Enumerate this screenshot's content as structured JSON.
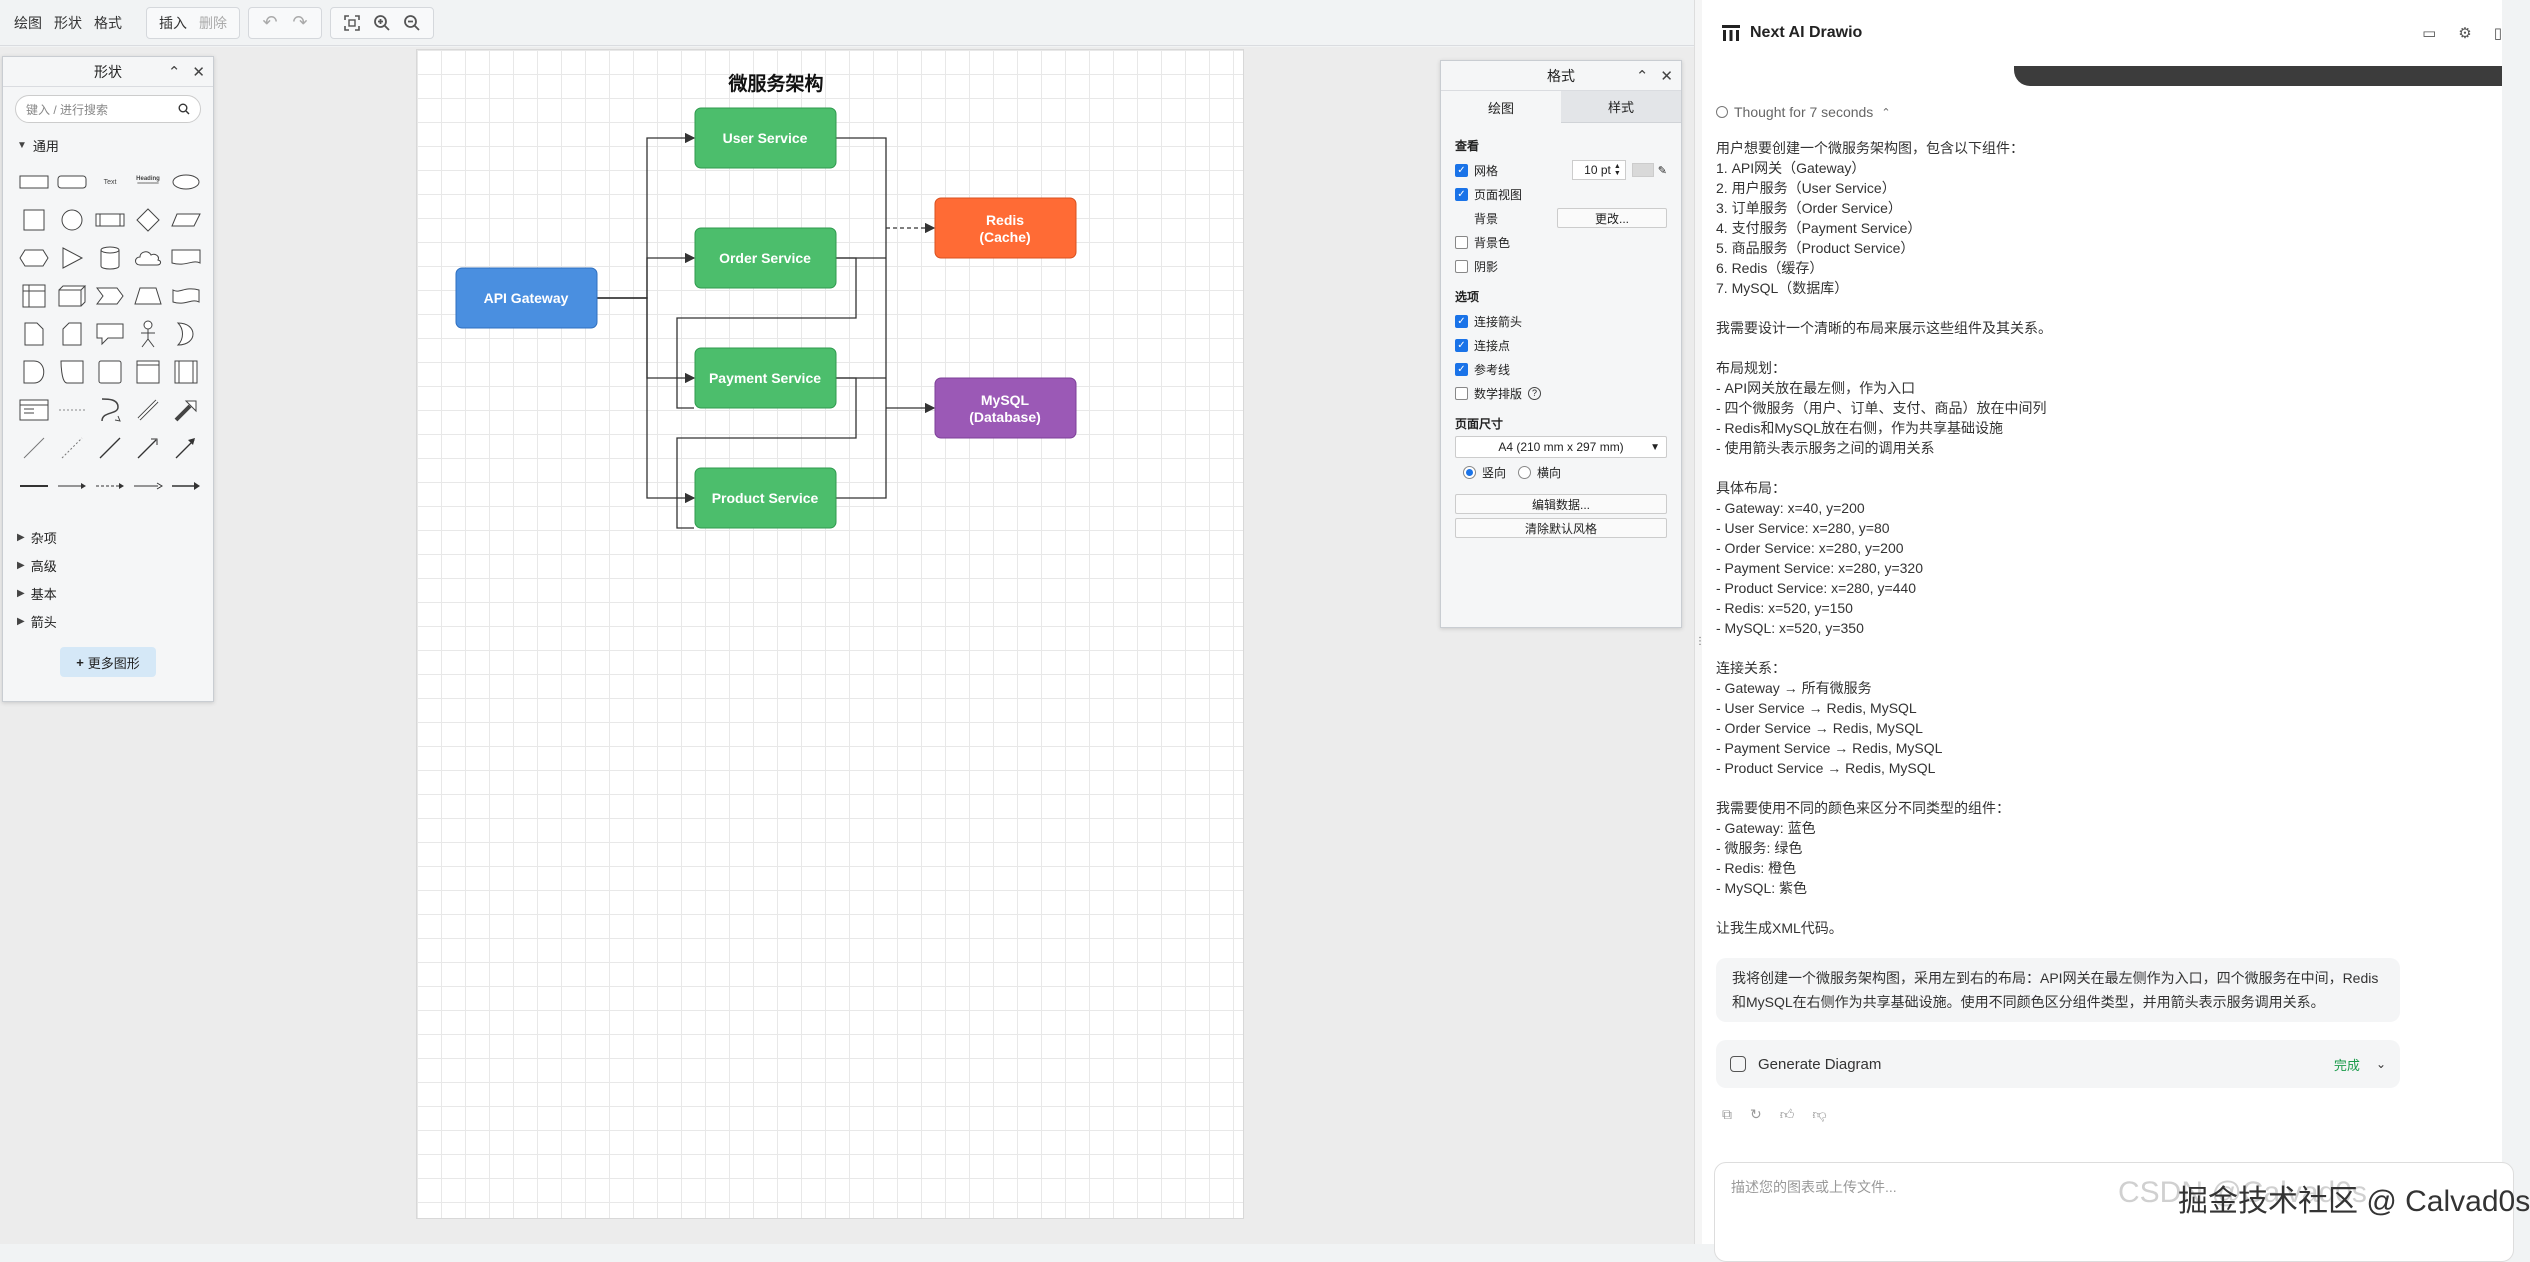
{
  "toolbar": {
    "menu": [
      "绘图",
      "形状",
      "格式"
    ],
    "insert": "插入",
    "delete": "删除"
  },
  "shapes_panel": {
    "title": "形状",
    "search_placeholder": "键入 / 进行搜索",
    "general": "通用",
    "sections": [
      "杂项",
      "高级",
      "基本",
      "箭头"
    ],
    "more_shapes": "更多图形",
    "text_sample": "Text",
    "heading_sample": "Heading"
  },
  "format_panel": {
    "title": "格式",
    "tabs": [
      "绘图",
      "样式"
    ],
    "view_label": "查看",
    "grid": "网格",
    "grid_size": "10 pt",
    "page_view": "页面视图",
    "background": "背景",
    "change": "更改...",
    "background_color": "背景色",
    "shadow": "阴影",
    "options_label": "选项",
    "connection_arrows": "连接箭头",
    "connection_points": "连接点",
    "guides": "参考线",
    "math": "数学排版",
    "page_size_label": "页面尺寸",
    "page_size": "A4 (210 mm x 297 mm)",
    "portrait": "竖向",
    "landscape": "横向",
    "edit_data": "编辑数据...",
    "clear_style": "清除默认风格"
  },
  "diagram": {
    "title": "微服务架构",
    "gateway": "API Gateway",
    "user_service": "User Service",
    "order_service": "Order Service",
    "payment_service": "Payment Service",
    "product_service": "Product Service",
    "redis_l1": "Redis",
    "redis_l2": "(Cache)",
    "mysql_l1": "MySQL",
    "mysql_l2": "(Database)",
    "colors": {
      "gateway": "#4a8fe0",
      "service": "#4cbe6c",
      "redis": "#ff6b35",
      "mysql": "#9b59b6"
    }
  },
  "chat": {
    "app_name": "Next AI Drawio",
    "thought": "Thought for 7 seconds",
    "reasoning": "用户想要创建一个微服务架构图，包含以下组件：\n1. API网关（Gateway）\n2. 用户服务（User Service）\n3. 订单服务（Order Service）\n4. 支付服务（Payment Service）\n5. 商品服务（Product Service）\n6. Redis（缓存）\n7. MySQL（数据库）\n\n我需要设计一个清晰的布局来展示这些组件及其关系。\n\n布局规划：\n- API网关放在最左侧，作为入口\n- 四个微服务（用户、订单、支付、商品）放在中间列\n- Redis和MySQL放在右侧，作为共享基础设施\n- 使用箭头表示服务之间的调用关系\n\n具体布局：\n- Gateway: x=40, y=200\n- User Service: x=280, y=80\n- Order Service: x=280, y=200\n- Payment Service: x=280, y=320\n- Product Service: x=280, y=440\n- Redis: x=520, y=150\n- MySQL: x=520, y=350\n\n连接关系：\n- Gateway → 所有微服务\n- User Service → Redis, MySQL\n- Order Service → Redis, MySQL\n- Payment Service → Redis, MySQL\n- Product Service → Redis, MySQL\n\n我需要使用不同的颜色来区分不同类型的组件：\n- Gateway: 蓝色\n- 微服务: 绿色\n- Redis: 橙色\n- MySQL: 紫色\n\n让我生成XML代码。",
    "assistant_message": "我将创建一个微服务架构图，采用左到右的布局：API网关在最左侧作为入口，四个微服务在中间，Redis和MySQL在右侧作为共享基础设施。使用不同颜色区分组件类型，并用箭头表示服务调用关系。",
    "tool_name": "Generate Diagram",
    "tool_status": "完成",
    "input_placeholder": "描述您的图表或上传文件...",
    "watermark": "掘金技术社区 @ Calvad0s",
    "watermark_ghost": "CSDN @Calvad0s"
  }
}
